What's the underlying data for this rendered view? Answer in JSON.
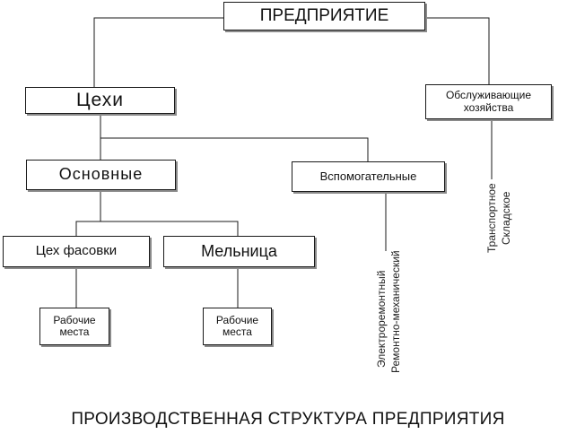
{
  "diagram": {
    "root": "ПРЕДПРИЯТИЕ",
    "workshops": "Цехи",
    "service": "Обслуживающие\nхозяйства",
    "main": "Основные",
    "auxiliary": "Вспомогательные",
    "packing": "Цех фасовки",
    "mill": "Мельница",
    "workplaces_left": "Рабочие\nместа",
    "workplaces_right": "Рабочие\nместа",
    "aux_items": [
      "Электроремонтный",
      "Ремонтно-механический"
    ],
    "service_items": [
      "Транспортное",
      "Складское"
    ],
    "caption": "ПРОИЗВОДСТВЕННАЯ СТРУКТУРА ПРЕДПРИЯТИЯ"
  },
  "colors": {
    "line": "#1a1a1a",
    "shadow": "#8a8a8a"
  }
}
